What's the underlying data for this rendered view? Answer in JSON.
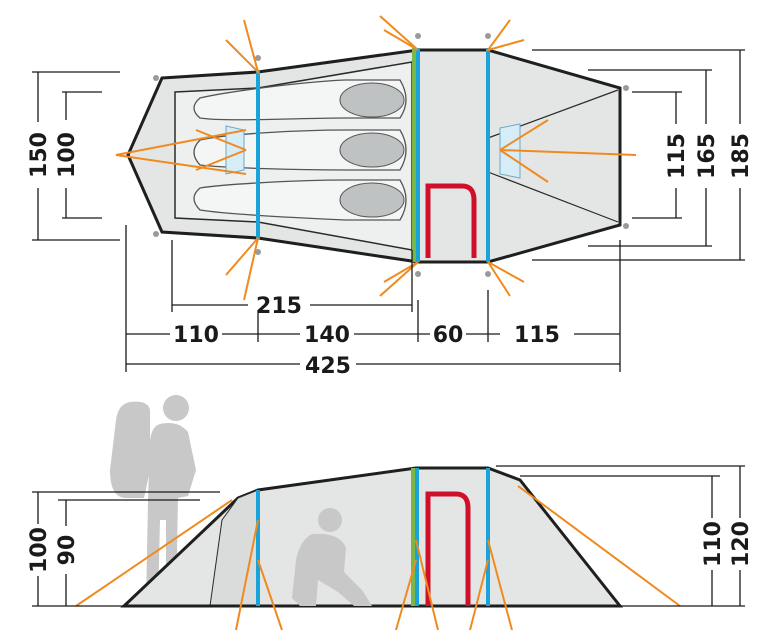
{
  "plan_view": {
    "dimensions": {
      "width_inner_length": "215",
      "seg_vestibule_rear": "110",
      "seg_sleeping": "140",
      "seg_middle": "60",
      "seg_vestibule_front": "115",
      "total_length": "425",
      "left_height_outer": "150",
      "left_height_inner": "100",
      "right_height_inner": "115",
      "right_height_mid": "165",
      "right_height_outer": "185"
    }
  },
  "side_view": {
    "dimensions": {
      "left_height_outer": "100",
      "left_height_inner": "90",
      "right_height_inner": "110",
      "right_height_outer": "120"
    }
  },
  "colors": {
    "outline": "#1f1f1f",
    "fabric": "#e4e6e6",
    "fabric_dark": "#c9cccc",
    "pole_blue": "#1aa3d8",
    "pole_green": "#7ab648",
    "guyline_orange": "#f08a1e",
    "door_red": "#d0102a",
    "silhouette": "#c8c8c8",
    "window": "#d6ecf7"
  }
}
